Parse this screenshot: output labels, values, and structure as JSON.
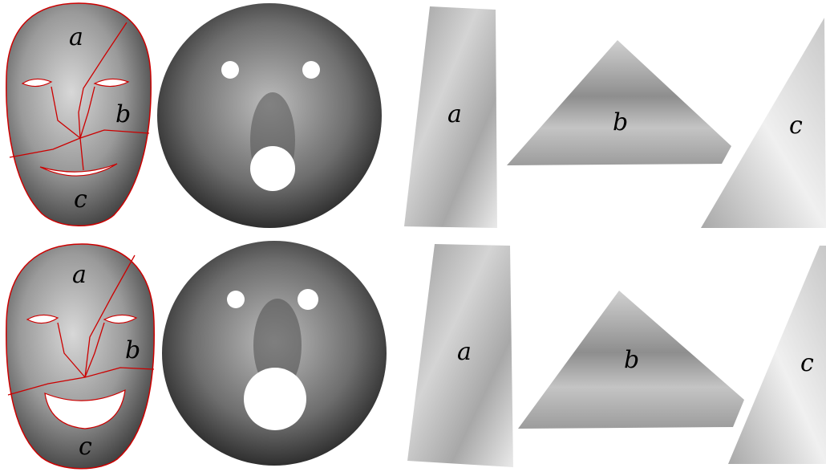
{
  "rows": [
    {
      "id": "top",
      "face_labels": [
        "a",
        "b",
        "c"
      ],
      "patch_labels": [
        "a",
        "b",
        "c"
      ]
    },
    {
      "id": "bottom",
      "face_labels": [
        "a",
        "b",
        "c"
      ],
      "patch_labels": [
        "a",
        "b",
        "c"
      ]
    }
  ],
  "colors": {
    "cut_line": "#cc0000",
    "background": "#ffffff"
  }
}
